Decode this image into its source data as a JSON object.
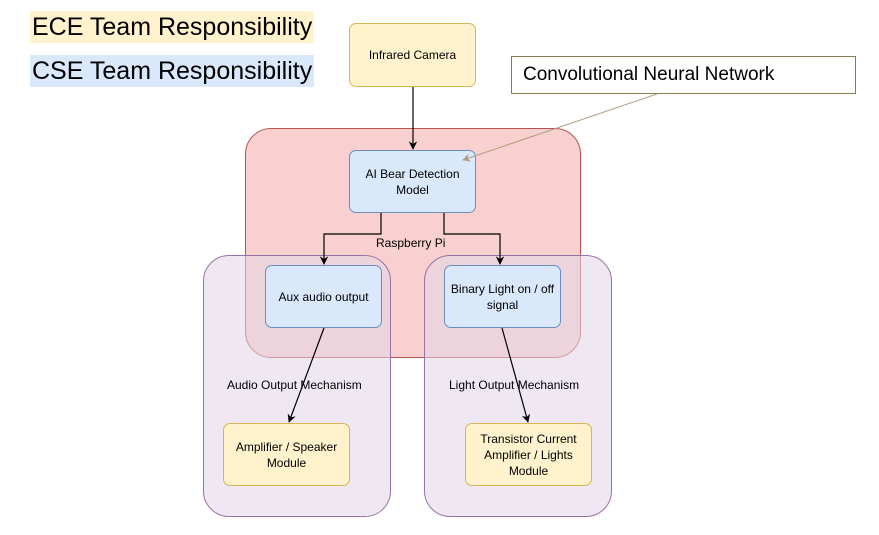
{
  "legend": {
    "ece": "ECE Team Responsibility",
    "cse": "CSE Team Responsibility",
    "ece_color": "#fff2cc",
    "cse_color": "#dae8fc"
  },
  "regions": {
    "raspberry_pi": "Raspberry Pi",
    "audio_output": "Audio Output Mechanism",
    "light_output": "Light Output Mechanism"
  },
  "nodes": {
    "camera": "Infrared Camera",
    "ai_model_line1": "AI Bear Detection",
    "ai_model_line2": "Model",
    "aux_audio": "Aux audio output",
    "binary_light_line1": "Binary Light on / off",
    "binary_light_line2": "signal",
    "amplifier_line1": "Amplifier / Speaker",
    "amplifier_line2": "Module",
    "transistor_line1": "Transistor Current",
    "transistor_line2": "Amplifier / Lights",
    "transistor_line3": "Module"
  },
  "annotation": {
    "cnn": "Convolutional Neural Network"
  },
  "colors": {
    "raspberry_pi_fill": "#f8cecc",
    "output_region_fill": "#e1d5e7",
    "ece_node_fill": "#fff2cc",
    "cse_node_fill": "#dae8fc"
  }
}
